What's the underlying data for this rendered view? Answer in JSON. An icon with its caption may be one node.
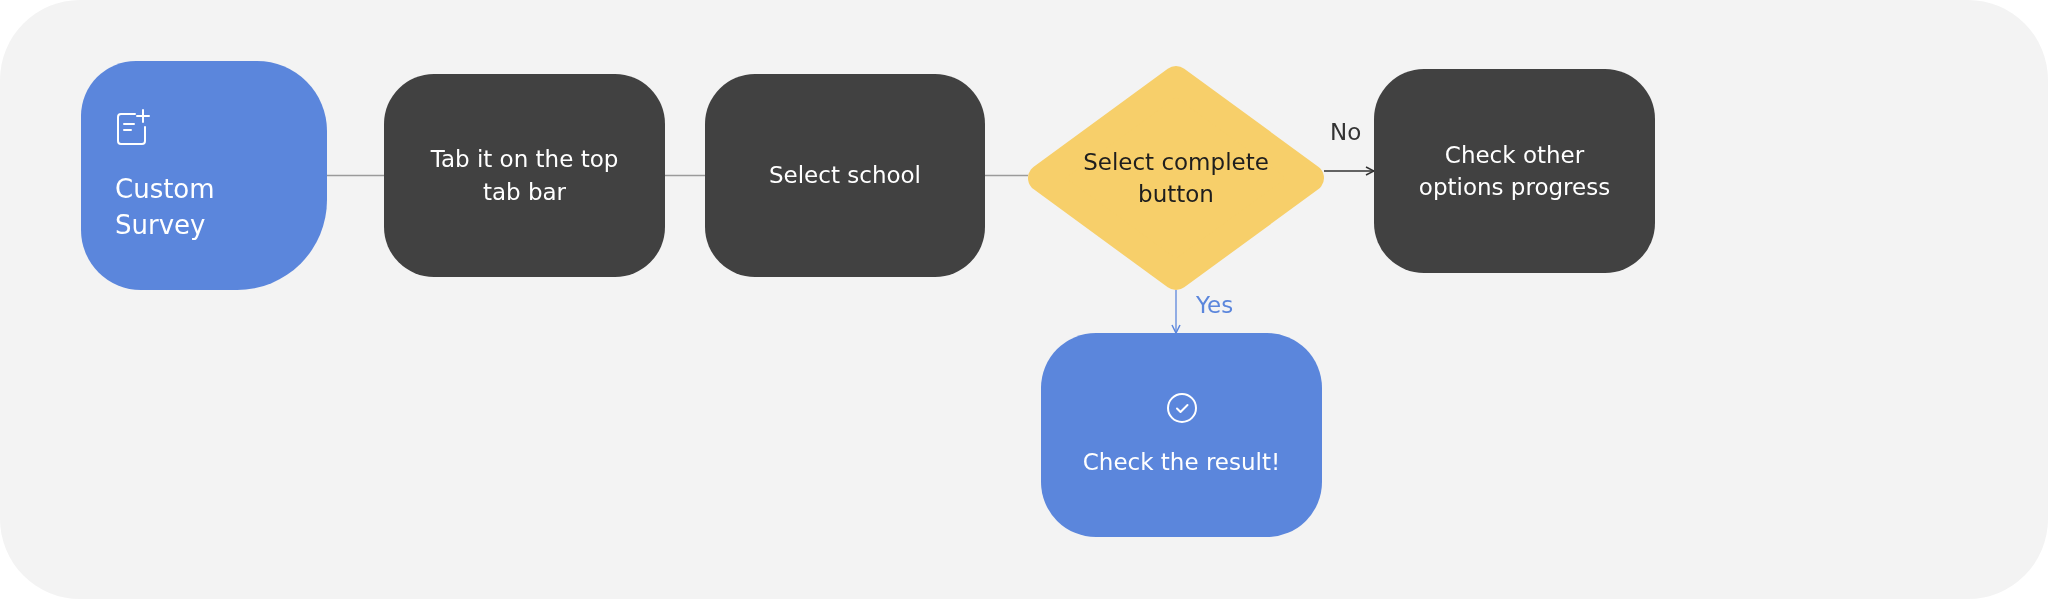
{
  "diagram": {
    "nodes": [
      {
        "text": [
          "Custom Survey"
        ]
      },
      {
        "text": [
          "Tab it on the top tab bar"
        ]
      },
      {
        "text": [
          "Select school"
        ]
      },
      {
        "text": [
          "Select complete button"
        ]
      },
      {
        "text": [
          "Check other options progress"
        ]
      },
      {
        "text": [
          "Check the result!"
        ]
      }
    ],
    "edges": [
      {
        "from": 0,
        "to": 1,
        "arrow": "none"
      },
      {
        "from": 1,
        "to": 2,
        "arrow": "none"
      },
      {
        "from": 2,
        "to": 3,
        "arrow": "none"
      },
      {
        "from": 3,
        "to": 4,
        "arrow": "to",
        "label": "No",
        "color": "#333333"
      },
      {
        "from": 3,
        "to": 5,
        "arrow": "to",
        "label": "Yes",
        "color": "#5b86dc"
      }
    ]
  }
}
